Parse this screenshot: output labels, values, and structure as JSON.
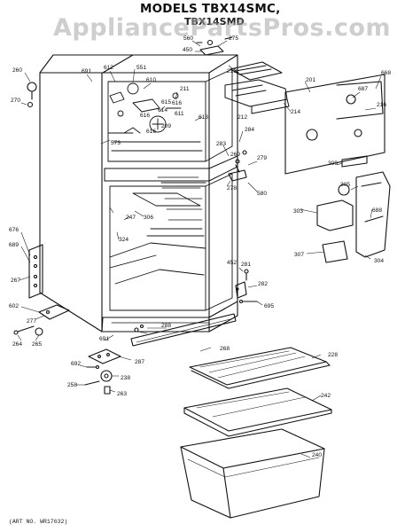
{
  "header": {
    "title": "MODELS TBX14SMC,",
    "subtitle": "TBX14SMD"
  },
  "watermark": "AppliancePartsPros.com",
  "footer": {
    "art_number": "(ART NO. WR17632)"
  },
  "part_labels": [
    "560",
    "275",
    "450",
    "213",
    "201",
    "668",
    "687",
    "216",
    "214",
    "260",
    "270",
    "691",
    "612",
    "551",
    "610",
    "211",
    "615",
    "614",
    "611",
    "613",
    "209",
    "616",
    "573",
    "212",
    "284",
    "283",
    "279",
    "269",
    "278",
    "580",
    "309",
    "305",
    "303",
    "688",
    "247",
    "306",
    "324",
    "676",
    "689",
    "267",
    "281",
    "452",
    "282",
    "307",
    "304",
    "602",
    "277",
    "268",
    "288",
    "691",
    "695",
    "264",
    "265",
    "287",
    "692",
    "238",
    "258",
    "263",
    "228",
    "242",
    "240",
    "616",
    "616"
  ]
}
